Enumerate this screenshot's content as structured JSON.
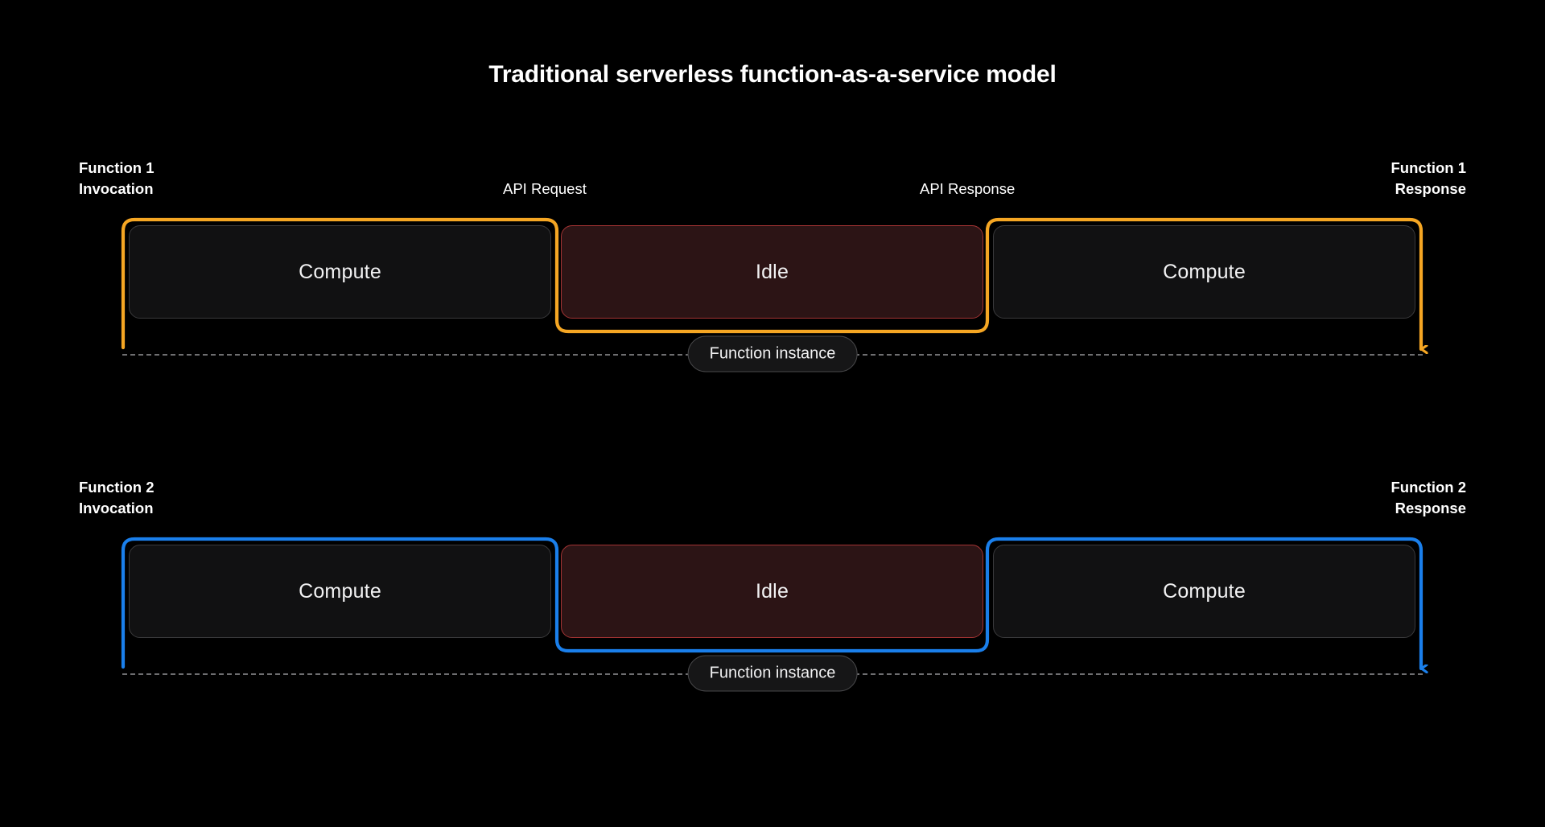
{
  "title": "Traditional serverless function-as-a-service model",
  "colors": {
    "background": "#000000",
    "bracket_function_1": "#F5A623",
    "bracket_function_2": "#1A7FEB",
    "compute_fill": "#111112",
    "compute_border": "#3A3A3C",
    "idle_fill": "#2C1415",
    "idle_border": "#A33333",
    "text": "#FFFFFF",
    "dashed_line": "#6E6E70",
    "pill_fill": "#161617",
    "pill_border": "#48484A"
  },
  "rows": [
    {
      "id": "function-1",
      "accent": "#F5A623",
      "left_caption": "Function 1\nInvocation",
      "right_caption": "Function 1\nResponse",
      "mid_left_caption": "API Request",
      "mid_right_caption": "API Response",
      "instance_label": "Function instance",
      "segments": [
        {
          "label": "Compute",
          "kind": "compute"
        },
        {
          "label": "Idle",
          "kind": "idle"
        },
        {
          "label": "Compute",
          "kind": "compute"
        }
      ]
    },
    {
      "id": "function-2",
      "accent": "#1A7FEB",
      "left_caption": "Function 2\nInvocation",
      "right_caption": "Function 2\nResponse",
      "mid_left_caption": "",
      "mid_right_caption": "",
      "instance_label": "Function instance",
      "segments": [
        {
          "label": "Compute",
          "kind": "compute"
        },
        {
          "label": "Idle",
          "kind": "idle"
        },
        {
          "label": "Compute",
          "kind": "compute"
        }
      ]
    }
  ]
}
